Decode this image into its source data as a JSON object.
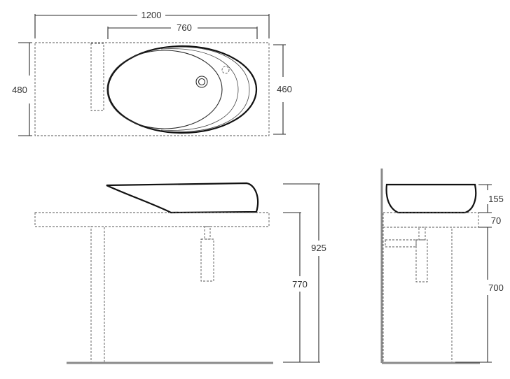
{
  "dimensions": {
    "top_width_total": "1200",
    "top_width_basin": "760",
    "top_depth_total": "480",
    "top_depth_basin": "460",
    "front_total_height": "925",
    "front_counter_height": "770",
    "side_basin_height": "155",
    "side_counter_thickness": "70",
    "side_floor_to_counter": "700"
  },
  "colors": {
    "line": "#2a2a2a",
    "dash": "#555555",
    "floor": "#8a8a8a"
  }
}
